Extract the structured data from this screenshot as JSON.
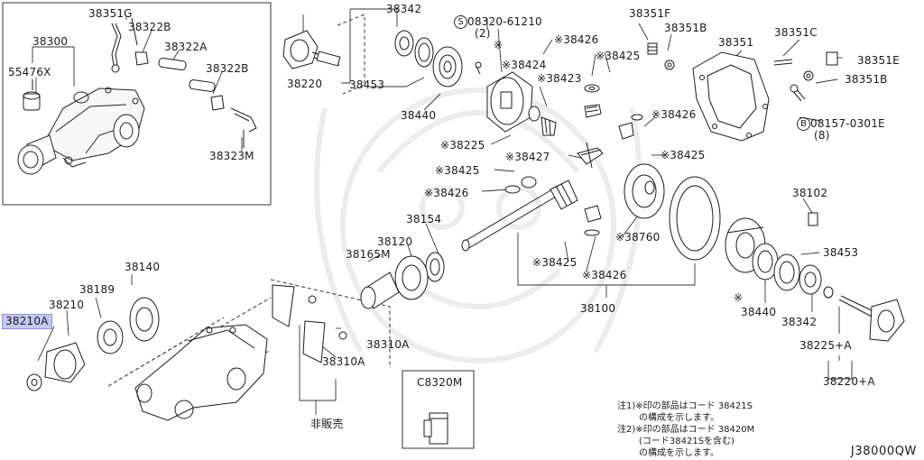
{
  "diagram": {
    "code": "J38000QW",
    "selected_part": "38210A",
    "not_sold_label": "非販売",
    "kit": {
      "part": "C8320M"
    },
    "notes": [
      "注1)※印の部品はコード 38421S",
      "の構成を示します。",
      "注2)※印の部品はコード 38420M",
      "(コード38421Sを含む)",
      "の構成を示します。"
    ],
    "bolt_s": {
      "symbol": "S",
      "code": "08320-61210",
      "qty": "(2)"
    },
    "bolt_b": {
      "symbol": "B",
      "code": "08157-0301E",
      "qty": "(8)"
    },
    "labels": {
      "p38351G": "38351G",
      "p38322B_a": "38322B",
      "p38300": "38300",
      "p38322A": "38322A",
      "p55476X": "55476X",
      "p38322B_b": "38322B",
      "p38323M": "38323M",
      "p38342_top": "38342",
      "p38220": "38220",
      "p38453_top": "38453",
      "p38440_top": "38440",
      "s38424": "※38424",
      "s38423": "※38423",
      "s38426_a": "※38426",
      "s38425_a": "※38425",
      "s38225": "※38225",
      "s38427": "※38427",
      "p38351F": "38351F",
      "p38351B_a": "38351B",
      "p38351": "38351",
      "p38351C": "38351C",
      "p38351E": "38351E",
      "p38351B_b": "38351B",
      "s38426_b": "※38426",
      "s38425_b": "※38425",
      "s38425_c": "※38425",
      "s38426_c": "※38426",
      "p38154": "38154",
      "p38120": "38120",
      "p38165M": "38165M",
      "s38760": "※38760",
      "s38425_d": "※38425",
      "s38426_d": "※38426",
      "p38100": "38100",
      "p38102": "38102",
      "p38453_right": "38453",
      "p38440_right": "38440",
      "p38342_right": "38342",
      "p38225A": "38225+A",
      "p38220A": "38220+A",
      "p38140": "38140",
      "p38189": "38189",
      "p38210": "38210",
      "p38310A_a": "38310A",
      "p38310A_b": "38310A",
      "star": "※"
    }
  }
}
